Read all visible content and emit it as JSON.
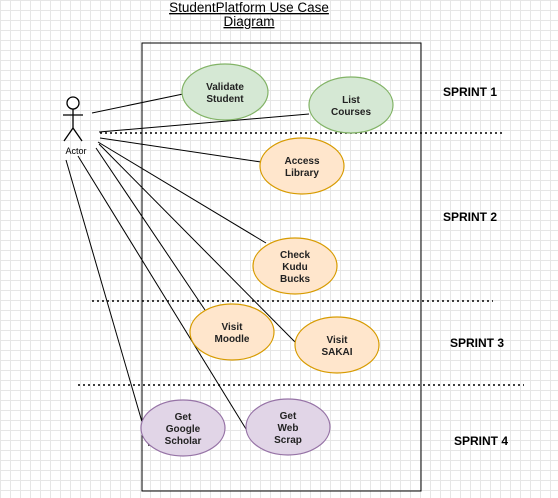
{
  "title_lines": [
    "StudentPlatform Use Case",
    "Diagram"
  ],
  "actor_label": "Actor",
  "colors": {
    "green_fill": "#d5e8d4",
    "green_stroke": "#82b366",
    "orange_fill": "#ffe6cc",
    "orange_stroke": "#d79b00",
    "purple_fill": "#e1d5e7",
    "purple_stroke": "#9673a6"
  },
  "use_cases": [
    {
      "id": "validate-student",
      "lines": [
        "Validate",
        "Student"
      ],
      "color": "green"
    },
    {
      "id": "list-courses",
      "lines": [
        "List",
        "Courses"
      ],
      "color": "green"
    },
    {
      "id": "access-library",
      "lines": [
        "Access",
        "Library"
      ],
      "color": "orange"
    },
    {
      "id": "check-kudu-bucks",
      "lines": [
        "Check",
        "Kudu",
        "Bucks"
      ],
      "color": "orange"
    },
    {
      "id": "visit-moodle",
      "lines": [
        "Visit",
        "Moodle"
      ],
      "color": "orange"
    },
    {
      "id": "visit-sakai",
      "lines": [
        "Visit",
        "SAKAI"
      ],
      "color": "orange"
    },
    {
      "id": "get-google-scholar",
      "lines": [
        "Get",
        "Google",
        "Scholar"
      ],
      "color": "purple"
    },
    {
      "id": "get-web-scrap",
      "lines": [
        "Get",
        "Web",
        "Scrap"
      ],
      "color": "purple"
    }
  ],
  "sprints": [
    "SPRINT 1",
    "SPRINT 2",
    "SPRINT 3",
    "SPRINT 4"
  ]
}
